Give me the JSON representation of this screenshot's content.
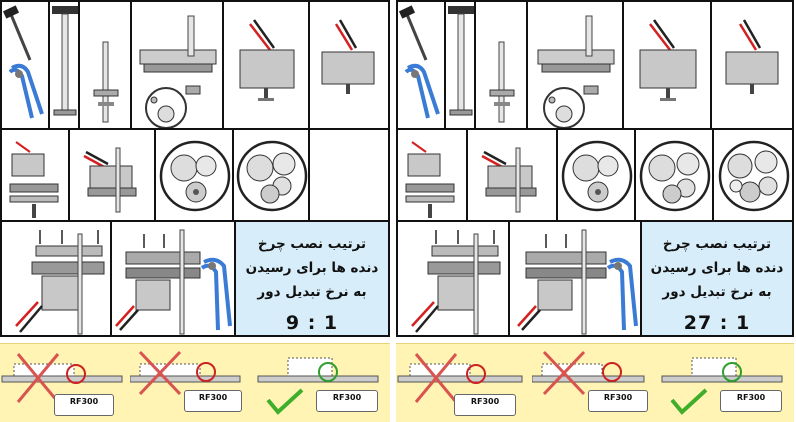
{
  "panels": [
    {
      "info_lines": [
        "ترتیب نصب چرخ",
        "دنده ها برای رسیدن",
        "به نرخ تبدیل دور"
      ],
      "ratio": "9 : 1"
    },
    {
      "info_lines": [
        "ترتیب نصب چرخ",
        "دنده ها برای رسیدن",
        "به نرخ تبدیل دور"
      ],
      "ratio": "27 : 1"
    }
  ],
  "motor_label": "RF300",
  "colors": {
    "info_bg": "#d7eefa",
    "strip_bg": "#fff4b3",
    "cross": "#d9534f",
    "circle_bad": "#cc2222",
    "circle_good": "#2e9e2e",
    "check": "#3fae2a",
    "wire_red": "#d42020",
    "motor_grey": "#c8c8c8"
  }
}
